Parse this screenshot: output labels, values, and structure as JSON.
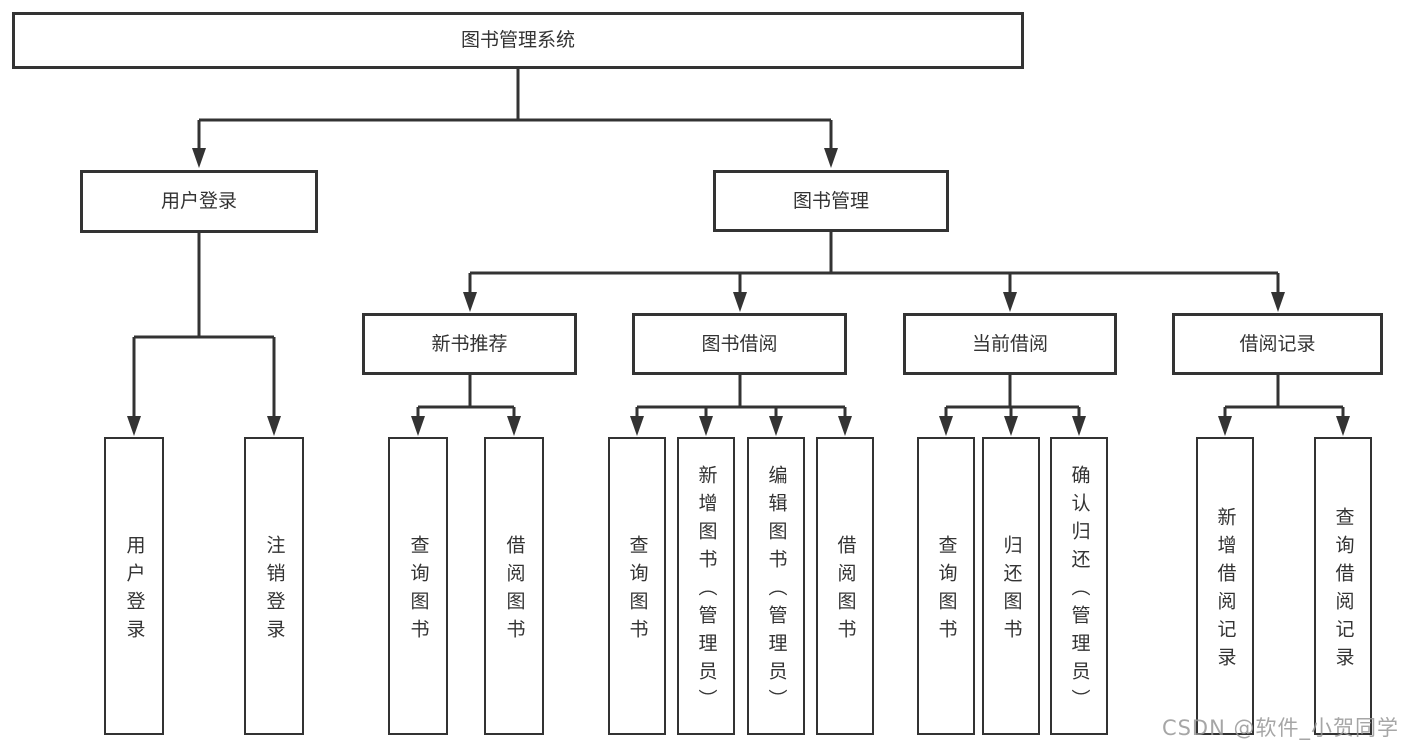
{
  "diagram": {
    "type": "tree",
    "tree": {
      "label": "图书管理系统",
      "children": [
        {
          "label": "用户登录",
          "children": [
            {
              "label": "用户登录"
            },
            {
              "label": "注销登录"
            }
          ]
        },
        {
          "label": "图书管理",
          "children": [
            {
              "label": "新书推荐",
              "children": [
                {
                  "label": "查询图书"
                },
                {
                  "label": "借阅图书"
                }
              ]
            },
            {
              "label": "图书借阅",
              "children": [
                {
                  "label": "查询图书"
                },
                {
                  "label": "新增图书（管理员）"
                },
                {
                  "label": "编辑图书（管理员）"
                },
                {
                  "label": "借阅图书"
                }
              ]
            },
            {
              "label": "当前借阅",
              "children": [
                {
                  "label": "查询图书"
                },
                {
                  "label": "归还图书"
                },
                {
                  "label": "确认归还（管理员）"
                }
              ]
            },
            {
              "label": "借阅记录",
              "children": [
                {
                  "label": "新增借阅记录"
                },
                {
                  "label": "查询借阅记录"
                }
              ]
            }
          ]
        }
      ]
    }
  },
  "watermark": {
    "text": "CSDN @软件_小贺同学"
  },
  "colors": {
    "line": "#333333",
    "box_border": "#333333",
    "text": "#333333",
    "watermark": "#969696",
    "background": "#ffffff"
  }
}
